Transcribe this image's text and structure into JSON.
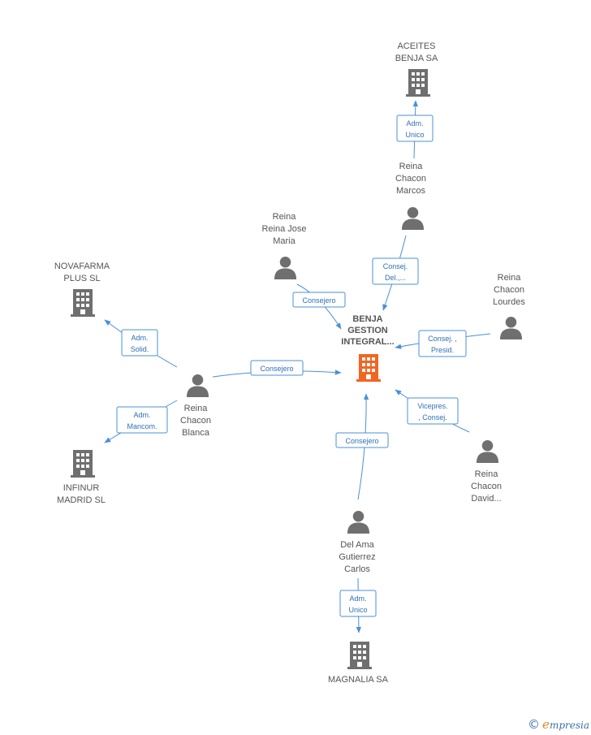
{
  "colors": {
    "edge": "#4a90d9",
    "edge_text": "#2f6fb5",
    "company_icon": "#6f6f6f",
    "main_company_icon": "#f26522",
    "person_icon": "#6f6f6f",
    "label": "#555555"
  },
  "nodes": [
    {
      "id": "benja",
      "kind": "main-company",
      "icon": "building-icon",
      "lines": [
        "BENJA",
        "GESTION",
        "INTEGRAL..."
      ]
    },
    {
      "id": "aceites",
      "kind": "company",
      "icon": "building-icon",
      "lines": [
        "ACEITES",
        "BENJA SA"
      ]
    },
    {
      "id": "novafarma",
      "kind": "company",
      "icon": "building-icon",
      "lines": [
        "NOVAFARMA",
        "PLUS SL"
      ]
    },
    {
      "id": "infinur",
      "kind": "company",
      "icon": "building-icon",
      "lines": [
        "INFINUR",
        "MADRID SL"
      ]
    },
    {
      "id": "magnalia",
      "kind": "company",
      "icon": "building-icon",
      "lines": [
        "MAGNALIA SA"
      ]
    },
    {
      "id": "marcos",
      "kind": "person",
      "icon": "person-icon",
      "lines": [
        "Reina",
        "Chacon",
        "Marcos"
      ]
    },
    {
      "id": "josemaria",
      "kind": "person",
      "icon": "person-icon",
      "lines": [
        "Reina",
        "Reina Jose",
        "Maria"
      ]
    },
    {
      "id": "lourdes",
      "kind": "person",
      "icon": "person-icon",
      "lines": [
        "Reina",
        "Chacon",
        "Lourdes"
      ]
    },
    {
      "id": "blanca",
      "kind": "person",
      "icon": "person-icon",
      "lines": [
        "Reina",
        "Chacon",
        "Blanca"
      ]
    },
    {
      "id": "david",
      "kind": "person",
      "icon": "person-icon",
      "lines": [
        "Reina",
        "Chacon",
        "David..."
      ]
    },
    {
      "id": "carlos",
      "kind": "person",
      "icon": "person-icon",
      "lines": [
        "Del Ama",
        "Gutierrez",
        "Carlos"
      ]
    }
  ],
  "edges": [
    {
      "from": "marcos",
      "to": "aceites",
      "lines": [
        "Adm.",
        "Unico"
      ]
    },
    {
      "from": "marcos",
      "to": "benja",
      "lines": [
        "Consej.",
        "Del.,..."
      ]
    },
    {
      "from": "josemaria",
      "to": "benja",
      "lines": [
        "Consejero"
      ]
    },
    {
      "from": "lourdes",
      "to": "benja",
      "lines": [
        "Consej. ,",
        "Presid."
      ]
    },
    {
      "from": "blanca",
      "to": "benja",
      "lines": [
        "Consejero"
      ]
    },
    {
      "from": "blanca",
      "to": "novafarma",
      "lines": [
        "Adm.",
        "Solid."
      ]
    },
    {
      "from": "blanca",
      "to": "infinur",
      "lines": [
        "Adm.",
        "Mancom."
      ]
    },
    {
      "from": "david",
      "to": "benja",
      "lines": [
        "Vicepres.",
        ", Consej."
      ]
    },
    {
      "from": "carlos",
      "to": "benja",
      "lines": [
        "Consejero"
      ]
    },
    {
      "from": "carlos",
      "to": "magnalia",
      "lines": [
        "Adm.",
        "Unico"
      ]
    }
  ],
  "brand": {
    "copyright": "©",
    "initial": "e",
    "name": "mpresia"
  }
}
